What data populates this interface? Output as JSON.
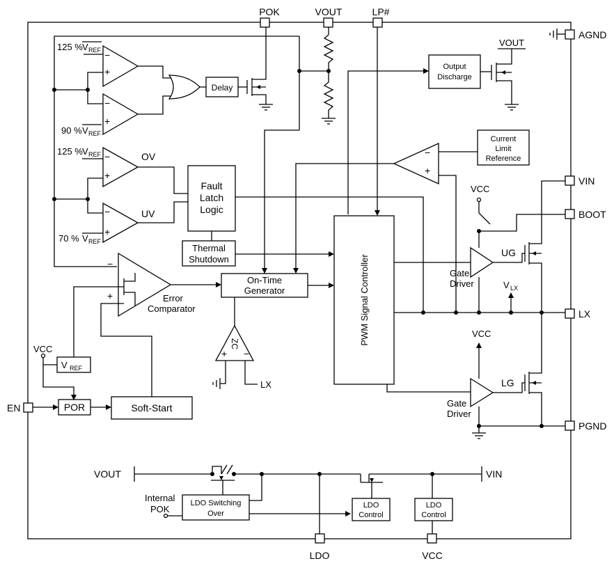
{
  "pins": {
    "pok": "POK",
    "vout": "VOUT",
    "lp": "LP#",
    "agnd": "AGND",
    "vin": "VIN",
    "boot": "BOOT",
    "lx": "LX",
    "pgnd": "PGND",
    "en": "EN",
    "ldo": "LDO",
    "vcc": "VCC"
  },
  "comparators": {
    "pok_high": "125 %",
    "pok_low": "90 %",
    "ov_ref": "125 %",
    "uv_ref": "70 %",
    "vref": "V",
    "ref_sub": "REF",
    "ov": "OV",
    "uv": "UV",
    "minus": "−",
    "plus": "+"
  },
  "blocks": {
    "delay": "Delay",
    "output_discharge": [
      "Output",
      "Discharge"
    ],
    "current_limit_ref": [
      "Current",
      "Limit",
      "Reference"
    ],
    "fault_latch_logic": [
      "Fault",
      "Latch",
      "Logic"
    ],
    "thermal_shutdown": [
      "Thermal",
      "Shutdown"
    ],
    "on_time_generator": [
      "On-Time",
      "Generator"
    ],
    "pwm_signal_controller": "PWM Signal Controller",
    "error_comparator": [
      "Error",
      "Comparator"
    ],
    "zc": "ZC",
    "vref_box": "V",
    "vref_box_sub": "REF",
    "por": "POR",
    "soft_start": "Soft-Start",
    "ldo_switching_over": [
      "LDO Switching",
      "Over"
    ],
    "ldo_control": [
      "LDO",
      "Control"
    ]
  },
  "drivers": {
    "ug": "UG",
    "lg": "LG",
    "gate_driver": [
      "Gate",
      "Driver"
    ],
    "vcc": "VCC",
    "vlx": "V",
    "vlx_sub": "LX"
  },
  "misc": {
    "vcc_label": "VCC",
    "lx_label": "LX",
    "vout_label": "VOUT",
    "vin_label": "VIN",
    "internal_pok": [
      "Internal",
      "POK"
    ]
  }
}
